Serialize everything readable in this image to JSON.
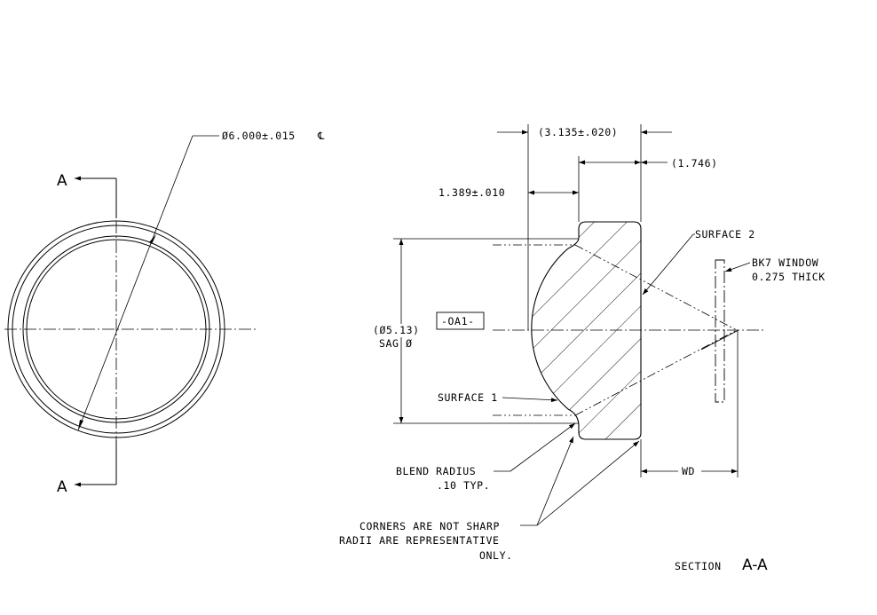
{
  "labels": {
    "section_letter_top": "A",
    "section_letter_bottom": "A",
    "diameter_outer": "Ø6.000±.015",
    "diameter_outer_mark": "℄",
    "overall_length": "(3.135±.020)",
    "window_offset": "(1.746)",
    "flange_thickness": "1.389±.010",
    "surface_2": "SURFACE 2",
    "window_name": "BK7 WINDOW",
    "window_thickness": "0.275 THICK",
    "sag_diameter": "(Ø5.13)",
    "sag_label": "SAG Ø",
    "datum": "-OA1-",
    "surface_1": "SURFACE 1",
    "blend_radius": "BLEND  RADIUS",
    "blend_radius_typ": ".10 TYP.",
    "working_distance": "WD",
    "note_line1": "CORNERS ARE NOT SHARP",
    "note_line2": "RADII ARE REPRESENTATIVE",
    "note_line3": "ONLY.",
    "section_caption": "SECTION",
    "section_caption_letters": "A-A"
  },
  "colors": {
    "ink": "#000000",
    "paper": "#ffffff"
  }
}
